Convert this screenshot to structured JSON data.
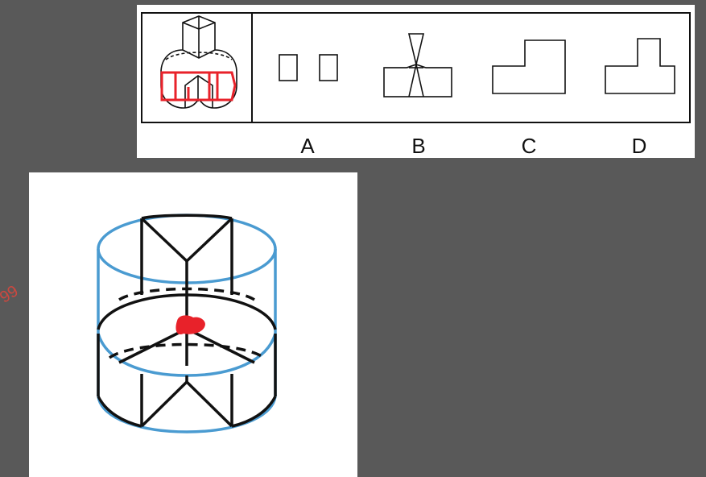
{
  "options": {
    "a": "A",
    "b": "B",
    "c": "C",
    "d": "D"
  },
  "watermark": "99",
  "colors": {
    "background": "#595959",
    "panel": "#ffffff",
    "annotation_red": "#e8222a",
    "outline_blue": "#4a9bd1",
    "stroke": "#111111"
  }
}
